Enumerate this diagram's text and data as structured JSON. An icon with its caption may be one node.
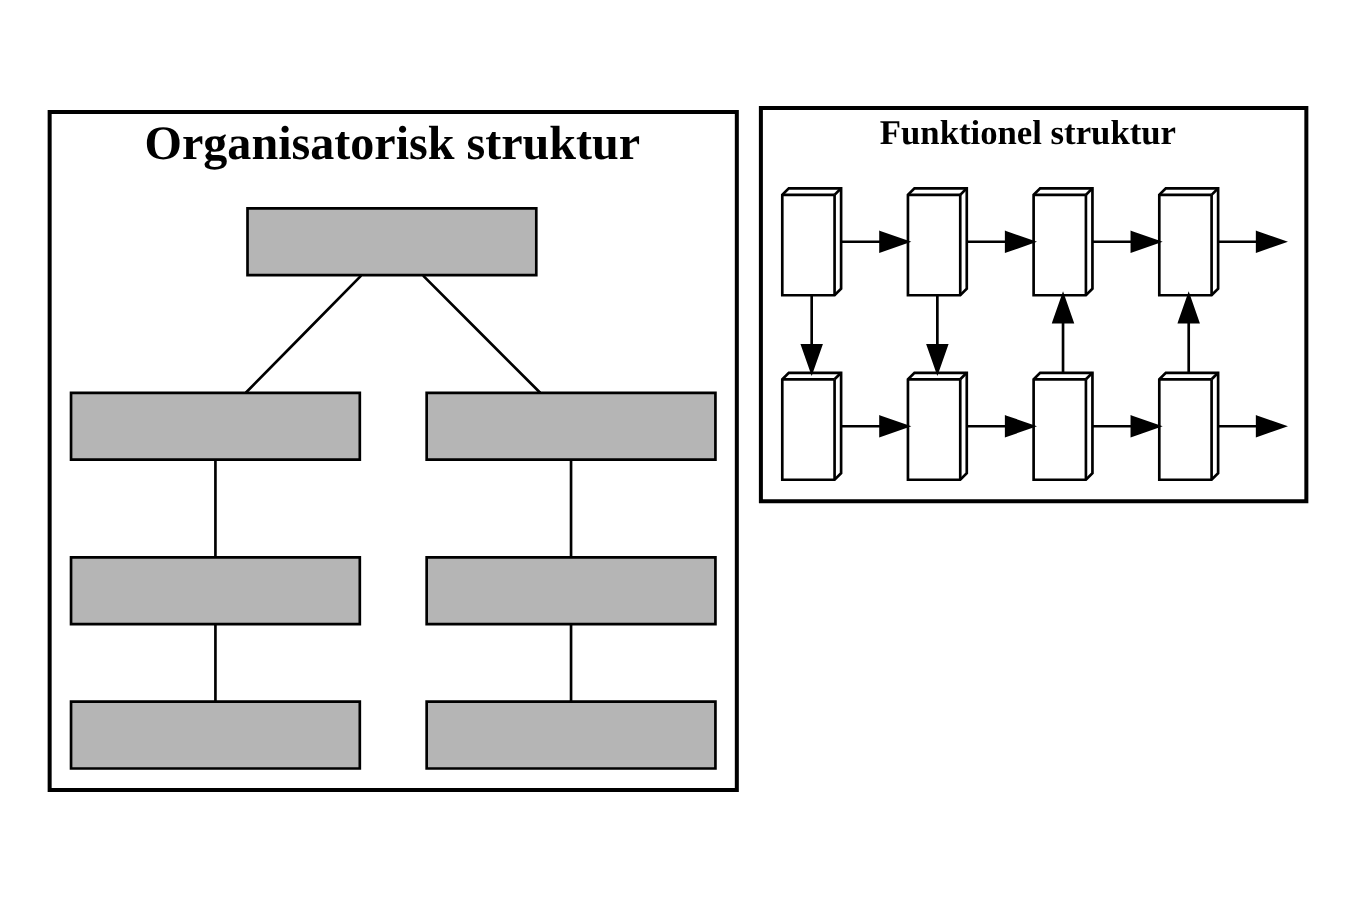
{
  "diagram": {
    "nodes": [
      {
        "text": [
          "Organisatorisk struktur"
        ]
      },
      {
        "text": [],
        "shape": "box",
        "in": 0
      },
      {
        "text": [],
        "shape": "box",
        "in": 0
      },
      {
        "text": [],
        "shape": "box",
        "in": 0
      },
      {
        "text": [],
        "shape": "box",
        "in": 0
      },
      {
        "text": [],
        "shape": "box",
        "in": 0
      },
      {
        "text": [],
        "shape": "box",
        "in": 0
      },
      {
        "text": [],
        "shape": "box",
        "in": 0
      },
      {
        "text": [
          "Funktionel struktur"
        ]
      },
      {
        "text": [],
        "shape": "box",
        "in": 8
      },
      {
        "text": [],
        "shape": "box",
        "in": 8
      },
      {
        "text": [],
        "shape": "box",
        "in": 8
      },
      {
        "text": [],
        "shape": "box",
        "in": 8
      },
      {
        "text": [],
        "shape": "box",
        "in": 8
      },
      {
        "text": [],
        "shape": "box",
        "in": 8
      },
      {
        "text": [],
        "shape": "box",
        "in": 8
      },
      {
        "text": [],
        "shape": "box",
        "in": 8
      }
    ],
    "edges": [
      {
        "from": 1,
        "to": 2,
        "arrow": "none"
      },
      {
        "from": 1,
        "to": 5,
        "arrow": "none"
      },
      {
        "from": 2,
        "to": 3,
        "arrow": "none"
      },
      {
        "from": 3,
        "to": 4,
        "arrow": "none"
      },
      {
        "from": 5,
        "to": 6,
        "arrow": "none"
      },
      {
        "from": 6,
        "to": 7,
        "arrow": "none"
      },
      {
        "from": 9,
        "to": 10,
        "arrow": "to"
      },
      {
        "from": 10,
        "to": 11,
        "arrow": "to"
      },
      {
        "from": 11,
        "to": 12,
        "arrow": "to"
      },
      {
        "from": 12,
        "to": null,
        "arrow": "to"
      },
      {
        "from": 9,
        "to": 13,
        "arrow": "to"
      },
      {
        "from": 10,
        "to": 14,
        "arrow": "to"
      },
      {
        "from": 15,
        "to": 11,
        "arrow": "to"
      },
      {
        "from": 16,
        "to": 12,
        "arrow": "to"
      },
      {
        "from": 13,
        "to": 14,
        "arrow": "to"
      },
      {
        "from": 14,
        "to": 15,
        "arrow": "to"
      },
      {
        "from": 15,
        "to": 16,
        "arrow": "to"
      },
      {
        "from": 16,
        "to": null,
        "arrow": "to"
      }
    ]
  }
}
